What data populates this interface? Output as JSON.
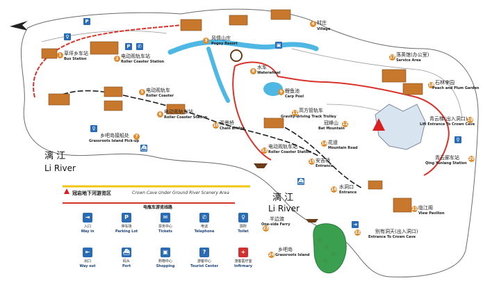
{
  "map": {
    "rivers": [
      {
        "zh": "漓 江",
        "en": "Li River"
      },
      {
        "zh": "漓 江",
        "en": "Li River"
      }
    ],
    "legend": {
      "title_zh": "冠岩地下河游览区",
      "title_en": "Crown Cave Under Ground River Scenery Area",
      "line_zh": "电瓶车游览线路",
      "items": [
        {
          "zh": "入口",
          "en": "Way in",
          "icon": "way-in-icon",
          "glyph": "⇥",
          "color": "#2a6bb5"
        },
        {
          "zh": "停车场",
          "en": "Parking Lot",
          "icon": "parking-icon",
          "glyph": "P",
          "color": "#2a6bb5"
        },
        {
          "zh": "票务中心",
          "en": "Tickets",
          "icon": "ticket-icon",
          "glyph": "✉",
          "color": "#2a6bb5"
        },
        {
          "zh": "电话",
          "en": "Telephone",
          "icon": "telephone-icon",
          "glyph": "✆",
          "color": "#2a6bb5"
        },
        {
          "zh": "厕所",
          "en": "Toilet",
          "icon": "toilet-icon",
          "glyph": "♀",
          "color": "#2a6bb5"
        },
        {
          "zh": "出口",
          "en": "Way out",
          "icon": "way-out-icon",
          "glyph": "⇤",
          "color": "#2a6bb5"
        },
        {
          "zh": "码头",
          "en": "Port",
          "icon": "port-icon",
          "glyph": "⛴",
          "color": "#2a6bb5"
        },
        {
          "zh": "购物中心",
          "en": "Shopping",
          "icon": "shopping-icon",
          "glyph": "▣",
          "color": "#2a6bb5"
        },
        {
          "zh": "游客中心",
          "en": "Tourist Center",
          "icon": "tourist-center-icon",
          "glyph": "?",
          "color": "#2a6bb5"
        },
        {
          "zh": "游客医疗室",
          "en": "Infirmary",
          "icon": "infirmary-icon",
          "glyph": "+",
          "color": "#d03030"
        }
      ]
    },
    "places": [
      {
        "num": "1",
        "zh": "草坪乡车站",
        "en": "Bus Station"
      },
      {
        "num": "2",
        "zh": "电动观轨车站",
        "en": "Roller Coaster Station"
      },
      {
        "num": "3",
        "zh": "风情山庄",
        "en": "Pogoy Resort"
      },
      {
        "num": "4",
        "zh": "村庄",
        "en": "Village"
      },
      {
        "num": "5",
        "zh": "电动观轨车",
        "en": "Roller Coaster"
      },
      {
        "num": "6",
        "zh": "电动观轨车站",
        "en": "Roller Coaster Station"
      },
      {
        "num": "7",
        "zh": "乡吧岛接船处",
        "en": "Grassroots Island Pick-up"
      },
      {
        "num": "8",
        "zh": "水车",
        "en": "Waterwheel"
      },
      {
        "num": "9",
        "zh": "鲤鱼池",
        "en": "Carp Pool"
      },
      {
        "num": "10",
        "zh": "观景桥",
        "en": "Chain Bridge"
      },
      {
        "num": "11",
        "zh": "高方管轨车",
        "en": "Gravity-driving Track Trolley"
      },
      {
        "num": "12",
        "zh": "冠峰山",
        "en": "Bat Mountain"
      },
      {
        "num": "13",
        "zh": "电动观轨车站",
        "en": "Roller Coaster Station"
      },
      {
        "num": "14",
        "zh": "花道",
        "en": "Mountain Road"
      },
      {
        "num": "15",
        "zh": "安吉桥",
        "en": "Entrance"
      },
      {
        "num": "16",
        "zh": "水洞口",
        "en": "Entrance"
      },
      {
        "num": "17",
        "zh": "落英馆(办公室)",
        "en": "Service Area"
      },
      {
        "num": "18",
        "zh": "石林李园",
        "en": "Peach and Plum Garden"
      },
      {
        "num": "19",
        "zh": "青云梯(出入洞口)",
        "en": "Lift Entrance To Crown Cave"
      },
      {
        "num": "20",
        "zh": "青云廊车站",
        "en": "Qing Yunlang Station"
      },
      {
        "num": "21",
        "zh": "临江阁",
        "en": "View Pavilion"
      },
      {
        "num": "22",
        "zh": "别有洞天(出入洞口)",
        "en": "Entrance To Crown Cave"
      },
      {
        "num": "23",
        "zh": "半边渡",
        "en": "One-side Ferry"
      },
      {
        "num": "24",
        "zh": "乡吧岛",
        "en": "Grassroots Island"
      }
    ]
  }
}
